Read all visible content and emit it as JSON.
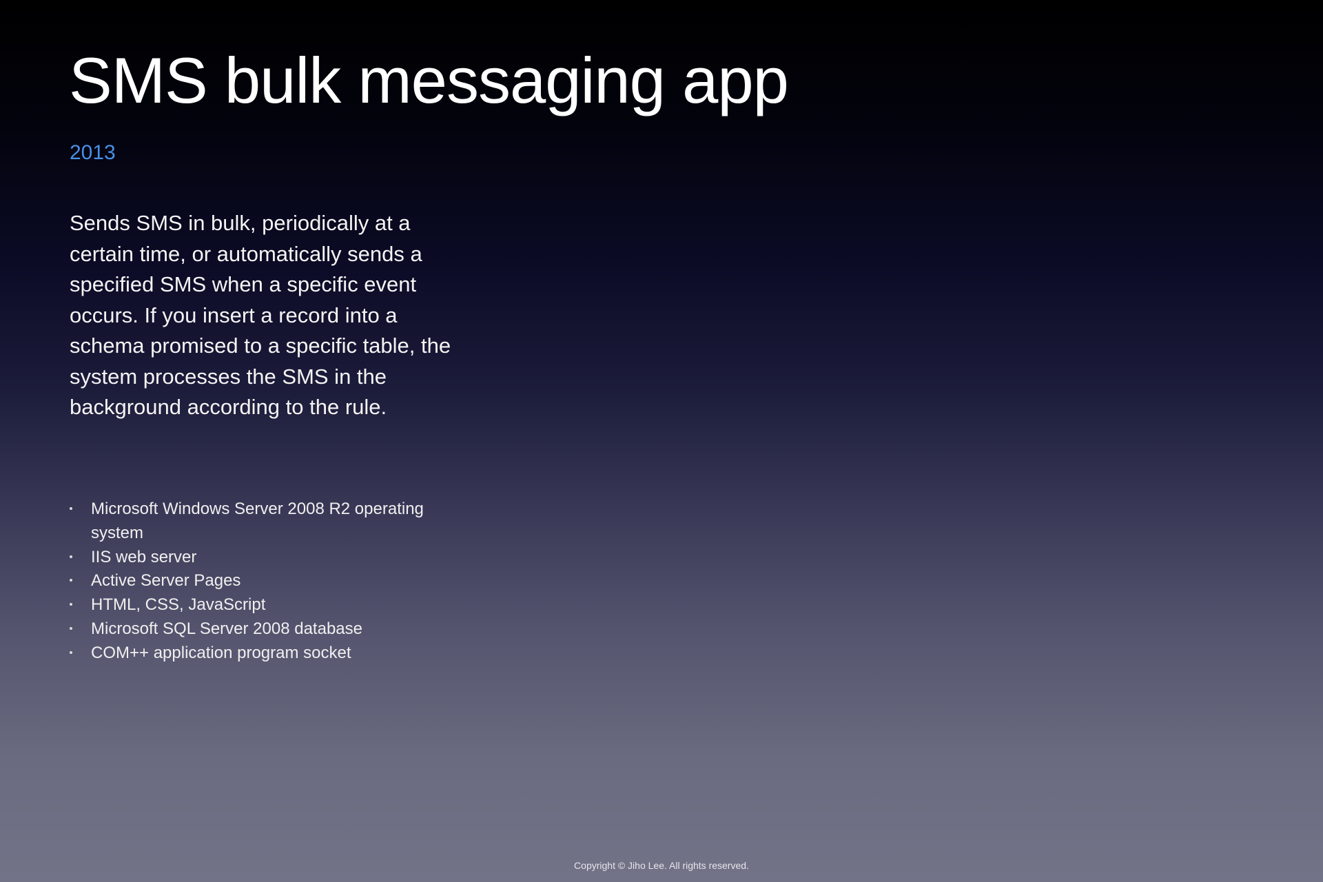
{
  "slide": {
    "title": "SMS bulk messaging app",
    "year": "2013",
    "description": "Sends SMS in bulk, periodically at a certain time, or automatically sends a specified SMS when a specific event occurs. If you insert a record into a schema promised to a specific table, the system processes the SMS in the background according to the rule.",
    "tech_stack": [
      "Microsoft Windows Server 2008 R2 operating system",
      "IIS web server",
      "Active Server Pages",
      "HTML, CSS, JavaScript",
      "Microsoft SQL Server 2008 database",
      "COM++ application program socket"
    ],
    "footer": "Copyright © Jiho Lee. All rights reserved."
  },
  "colors": {
    "year_accent": "#4a8fe7",
    "text": "#ffffff",
    "background_top": "#000000",
    "background_bottom": "#737388"
  }
}
